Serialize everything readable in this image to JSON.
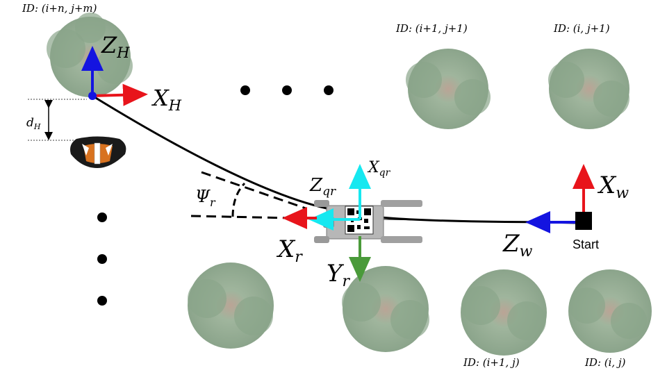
{
  "tree_labels": {
    "top_left": "ID: (i+n, j+m)",
    "top_mid": "ID: (i+1, j+1)",
    "top_right": "ID: (i, j+1)",
    "bottom_mid": "ID: (i+1, j)",
    "bottom_right": "ID: (i, j)"
  },
  "frames": {
    "human_z": "Z",
    "human_z_sub": "H",
    "human_x": "X",
    "human_x_sub": "H",
    "qr_x": "X",
    "qr_x_sub": "qr",
    "qr_z": "Z",
    "qr_z_sub": "qr",
    "robot_x": "X",
    "robot_x_sub": "r",
    "robot_y": "Y",
    "robot_y_sub": "r",
    "world_x": "X",
    "world_x_sub": "w",
    "world_z": "Z",
    "world_z_sub": "w"
  },
  "distance_label": "d",
  "distance_sub": "H",
  "angle_label": "Ψ",
  "angle_sub": "r",
  "start_label": "Start",
  "colors": {
    "red": "#e8141b",
    "blue": "#1414e0",
    "cyan": "#16e8f0",
    "green": "#4a9a3a",
    "tree": "#8aa58a"
  }
}
